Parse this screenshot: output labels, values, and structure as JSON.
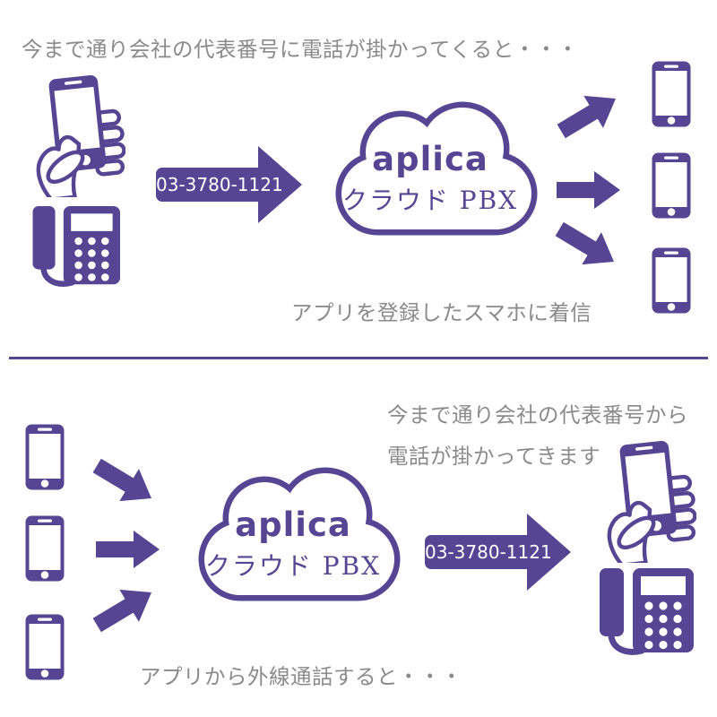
{
  "colors": {
    "purple": "#564592",
    "text_gray": "#8a8a8a",
    "background": "#ffffff",
    "arrow_label_text": "#ffffff"
  },
  "icons": {
    "hand_smartphone": "hand-holding-smartphone-icon",
    "desk_phone": "desk-phone-icon",
    "smartphone": "smartphone-icon",
    "cloud": "cloud-shape",
    "fan_arrow": "arrow-right-icon",
    "labeled_arrow": "arrow-right-with-label"
  },
  "incoming": {
    "title": "今まで通り会社の代表番号に電話が掛かってくると・・・",
    "phone_number": "03-3780-1121",
    "cloud_brand": "aplica",
    "cloud_service": "クラウド PBX",
    "caption": "アプリを登録したスマホに着信"
  },
  "outgoing": {
    "note_line1": "今まで通り会社の代表番号から",
    "note_line2": "電話が掛かってきます",
    "phone_number": "03-3780-1121",
    "cloud_brand": "aplica",
    "cloud_service": "クラウド PBX",
    "caption": "アプリから外線通話すると・・・"
  }
}
